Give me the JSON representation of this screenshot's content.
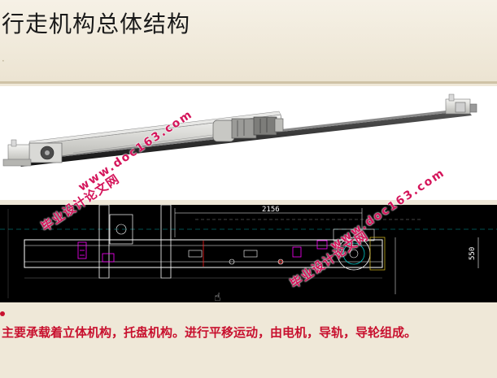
{
  "title": "行走机构总体结构",
  "dimension_labels": {
    "top_length": "2156",
    "right_height": "550"
  },
  "caption": "主要承载着立体机构，托盘机构。进行平移运动，由电机，导轨，导轮组成。",
  "watermarks": {
    "url": "www.doc163.com",
    "cn": "毕业设计论文网"
  },
  "colors": {
    "background": "#efe8d8",
    "caption": "#c8102e",
    "watermark": "#d4145a",
    "cad_background": "#000000",
    "cad_lines": "#ffffff",
    "cad_magenta": "#ff00ff",
    "cad_cyan": "#00c8c8",
    "cad_red": "#ff2020",
    "cad_yellow": "#e0c020"
  },
  "icons": {
    "cursor": "hand-cursor-icon"
  }
}
